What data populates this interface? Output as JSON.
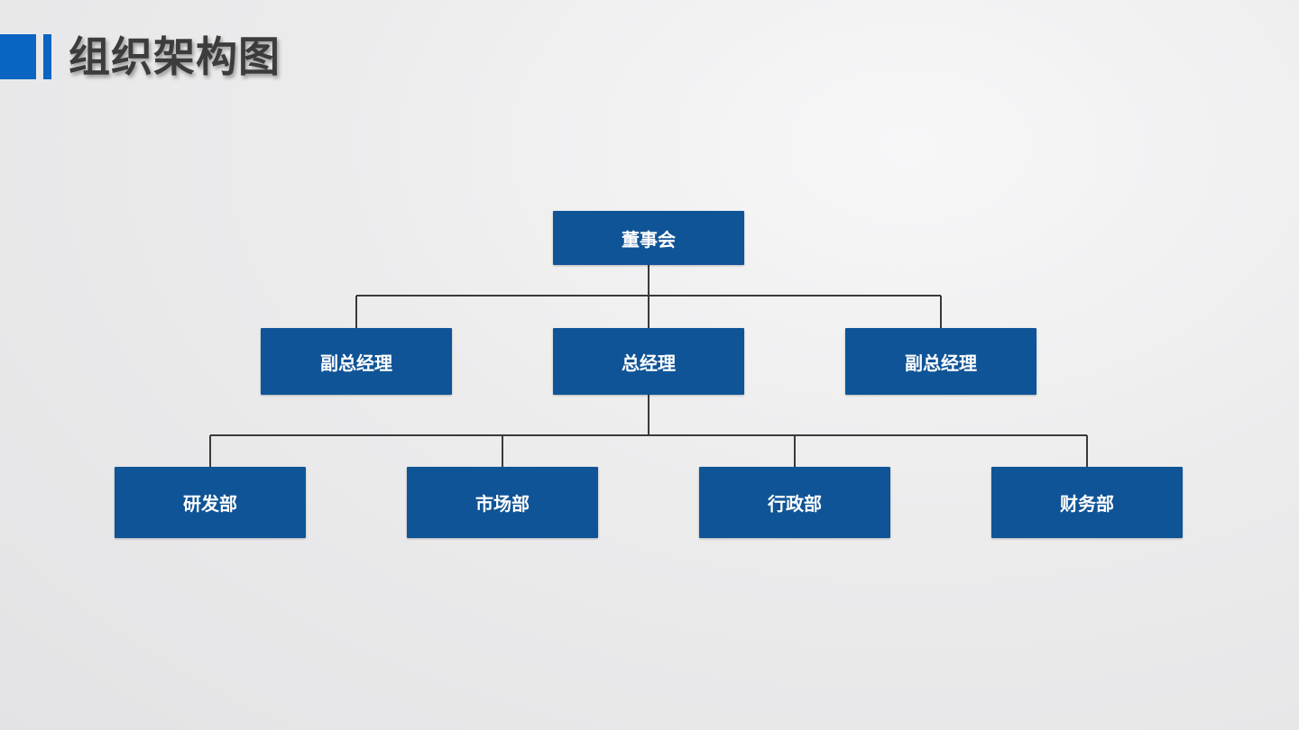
{
  "page": {
    "title": "组织架构图",
    "accent_color": "#0a64c2",
    "node_color": "#0f5496"
  },
  "org_chart": {
    "root": "董事会",
    "level2": [
      "副总经理",
      "总经理",
      "副总经理"
    ],
    "level3": [
      "研发部",
      "市场部",
      "行政部",
      "财务部"
    ]
  }
}
